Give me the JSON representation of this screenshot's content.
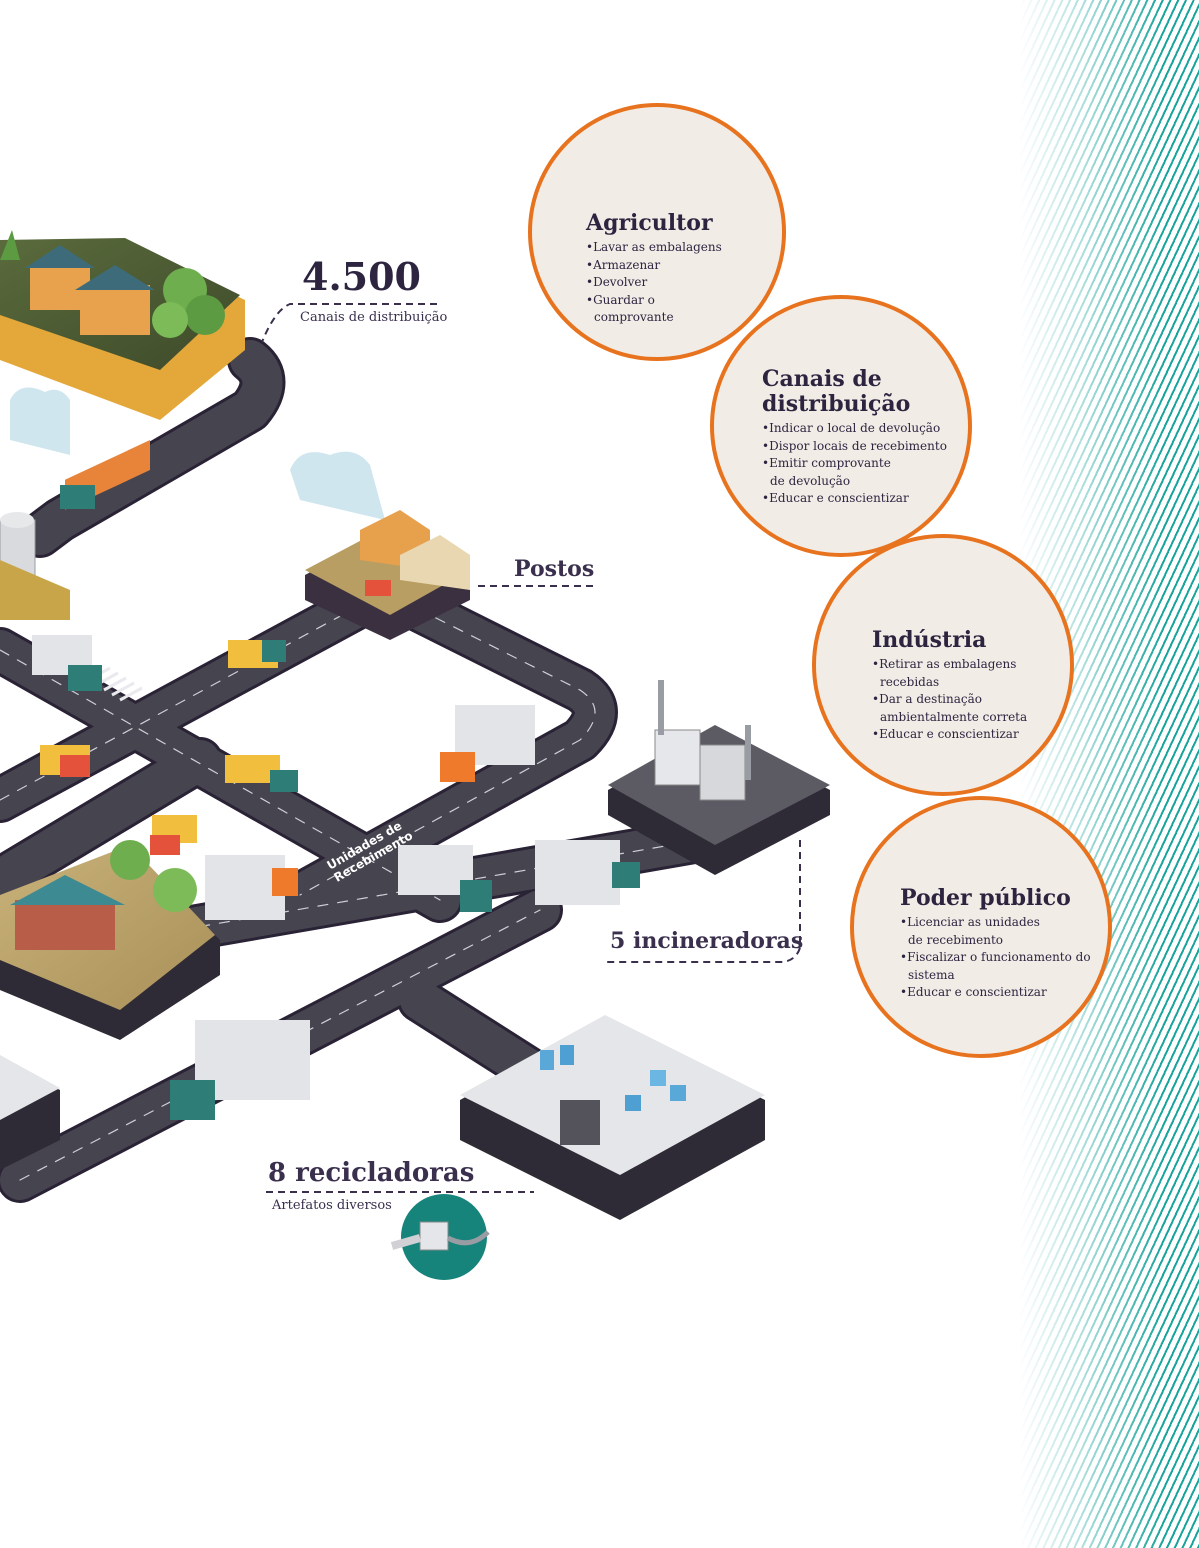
{
  "stats": {
    "canais_number": "4.500",
    "canais_caption": "Canais de distribuição",
    "postos_label": "Postos",
    "unidades_label_line1": "Unidades de",
    "unidades_label_line2": "Recebimento",
    "incineradoras_label": "5 incineradoras",
    "recicladoras_label": "8 recicladoras",
    "recicladoras_caption": "Artefatos diversos"
  },
  "roles": [
    {
      "title": "Agricultor",
      "items": [
        "Lavar as embalagens",
        "Armazenar",
        "Devolver",
        "Guardar o comprovante"
      ]
    },
    {
      "title": "Canais de distribuição",
      "items": [
        "Indicar o local de devolução",
        "Dispor locais de recebimento",
        "Emitir comprovante de devolução",
        "Educar e conscientizar"
      ]
    },
    {
      "title": "Indústria",
      "items": [
        "Retirar as embalagens recebidas",
        "Dar a destinação ambientalmente correta",
        "Educar e conscientizar"
      ]
    },
    {
      "title": "Poder público",
      "items": [
        "Licenciar as unidades de recebimento",
        "Fiscalizar o funcionamento do sistema",
        "Educar e conscientizar"
      ]
    }
  ],
  "colors": {
    "circle_border": "#e8731f",
    "circle_fill": "#f1ede6",
    "text_dark": "#2d2440",
    "road": "#3d3d45",
    "teal": "#1aa59c"
  }
}
